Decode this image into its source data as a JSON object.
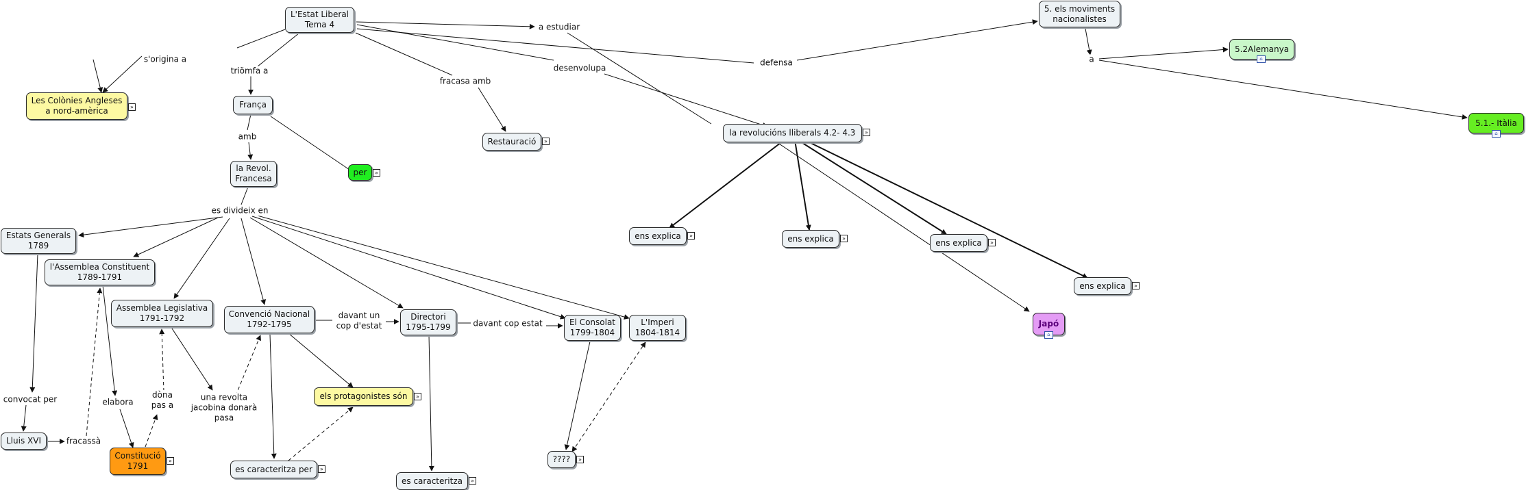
{
  "colors": {
    "default": "#edf2f5",
    "yellow": "#fdf9a2",
    "green": "#20ee20",
    "light_green": "#c9f7c9",
    "bright_green": "#66ee22",
    "orange": "#ff9a12",
    "purple": "#e49cf5",
    "line": "#111111"
  },
  "icons": {
    "expand": "expand-concept-icon",
    "submap": "linked-map-icon"
  },
  "concepts": {
    "estat_liberal": [
      "L'Estat Liberal",
      "Tema 4"
    ],
    "colonies": [
      "Les Colònies Angleses",
      "a nord-amèrica"
    ],
    "franca": [
      "França"
    ],
    "revol_francesa": [
      "la Revol.",
      "Francesa"
    ],
    "per": [
      "per"
    ],
    "restauracio": [
      "Restauració"
    ],
    "revolucions_lliberals": [
      "la revolucións lliberals 4.2- 4.3"
    ],
    "moviments": [
      "5. els moviments",
      "nacionalistes"
    ],
    "alemanya": [
      "5.2Alemanya"
    ],
    "italia": [
      "5.1.- Itàlia"
    ],
    "japo": [
      "Japó"
    ],
    "ens_explica_1": [
      "ens explica"
    ],
    "ens_explica_2": [
      "ens explica"
    ],
    "ens_explica_3": [
      "ens explica"
    ],
    "ens_explica_4": [
      "ens explica"
    ],
    "estats_generals": [
      "Estats Generals",
      "1789"
    ],
    "assemblea_constituent": [
      "l'Assemblea Constituent",
      "1789-1791"
    ],
    "assemblea_legislativa": [
      "Assemblea Legislativa",
      "1791-1792"
    ],
    "convencio": [
      "Convenció Nacional",
      "1792-1795"
    ],
    "directori": [
      "Directori",
      "1795-1799"
    ],
    "consolat": [
      "El Consolat",
      "1799-1804"
    ],
    "imperi": [
      "L'Imperi",
      "1804-1814"
    ],
    "protagonistes": [
      "els protagonistes són"
    ],
    "es_caracteritza_per": [
      "es caracteritza per"
    ],
    "es_caracteritza": [
      "es caracteritza"
    ],
    "interrogants": [
      "????"
    ],
    "lluis_xvi": [
      "Lluis XVI"
    ],
    "constitucio": [
      "Constitució",
      "1791"
    ]
  },
  "phrases": {
    "origina": [
      "s'origina a"
    ],
    "triomfa": [
      "triömfa a"
    ],
    "fracasa_amb": [
      "fracasa amb"
    ],
    "a_estudiar": [
      "a estudiar"
    ],
    "desenvolupa": [
      "desenvolupa"
    ],
    "defensa": [
      "defensa"
    ],
    "a": [
      "a"
    ],
    "amb": [
      "amb"
    ],
    "es_divideix": [
      "es divideix en"
    ],
    "convocat": [
      "convocat per"
    ],
    "fracassa": [
      "fracassà"
    ],
    "elabora": [
      "elabora"
    ],
    "dona": [
      "dòna",
      "pas a"
    ],
    "revolta": [
      "una revolta",
      "jacobina donarà",
      "pasa"
    ],
    "davant1": [
      "davant un",
      "cop d'estat"
    ],
    "davant2": [
      "davant cop estat"
    ]
  }
}
